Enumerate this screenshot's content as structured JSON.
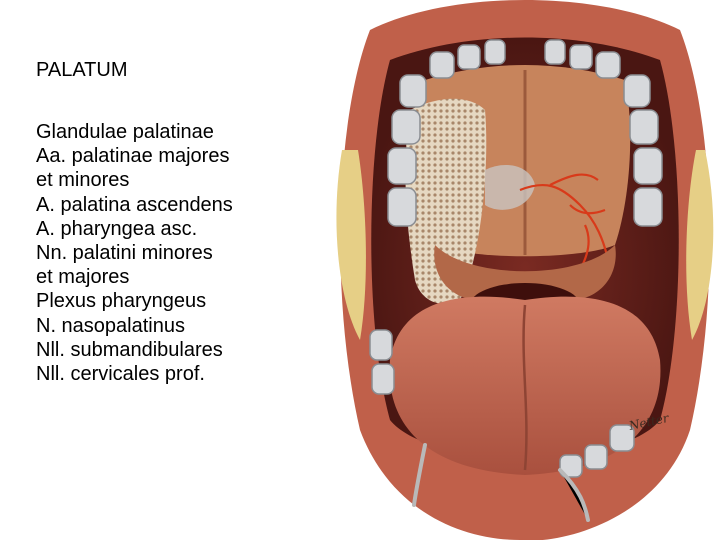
{
  "slide": {
    "title": "PALATUM",
    "lines": [
      "Glandulae palatinae",
      "Aa. palatinae majores",
      "et minores",
      "A. palatina ascendens",
      "A. pharyngea asc.",
      "Nn. palatini minores",
      "et majores",
      "Plexus pharyngeus",
      "N. nasopalatinus",
      "Nll. submandibulares",
      "Nll. cervicales prof."
    ],
    "illustration": {
      "subject": "open-mouth-palate-anatomy",
      "signature": "Netter"
    }
  },
  "colors": {
    "lip": "#c0604a",
    "cavity": "#5a1e1a",
    "palate": "#c7845c",
    "gland": "#e8dcc8",
    "teeth": "#d7d9dc",
    "tongue": "#c86e58",
    "artery": "#d83a1a",
    "fat": "#e8d48a"
  }
}
